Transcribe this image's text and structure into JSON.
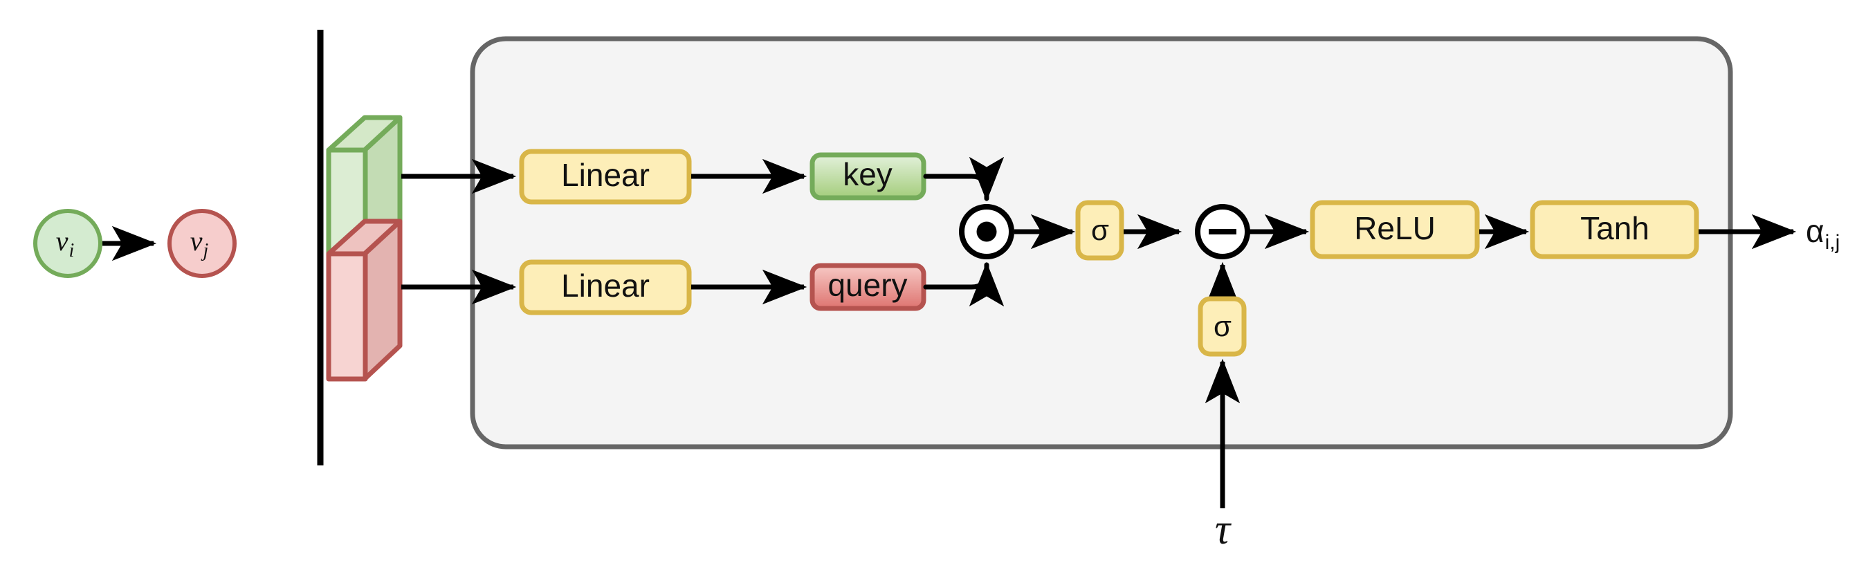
{
  "figure": {
    "title": "graph-attention-coefficient-diagram",
    "background": "#ffffff",
    "panel": {
      "fill": "#f4f4f4",
      "stroke": "#666666"
    }
  },
  "colors": {
    "yellow_fill": "#fdeeb8",
    "yellow_stroke": "#d6b council",
    "yellow_border": "#d9b648",
    "green_fill_light": "#d9ecd0",
    "green_fill_mid": "#aed285",
    "green_stroke": "#74ab5a",
    "red_fill_light": "#f6c4c0",
    "red_fill_mid": "#e2807c",
    "red_stroke": "#b5534f",
    "node_green_fill": "#d4ebd0",
    "node_green_stroke": "#74ab5a",
    "node_red_fill": "#f6cdcc",
    "node_red_stroke": "#b5534f",
    "arrow": "#000000",
    "divider": "#000000"
  },
  "left_panel": {
    "name": "edge-illustration",
    "source_node": {
      "label": "v",
      "subscript": "i",
      "fill": "#d4ebd0",
      "stroke": "#74ab5a"
    },
    "target_node": {
      "label": "v",
      "subscript": "j",
      "fill": "#f6cdcc",
      "stroke": "#b5534f"
    },
    "edge_arrow": "arrow-vi-to-vj"
  },
  "divider": {
    "name": "vertical-divider",
    "orientation": "vertical"
  },
  "inputs": [
    {
      "name": "green-feature-cube",
      "color": "green",
      "fill": "#d9ecd0",
      "stroke": "#74ab5a"
    },
    {
      "name": "red-feature-cube",
      "color": "red",
      "fill": "#f6cdcc",
      "stroke": "#b5534f"
    }
  ],
  "pipeline": {
    "linear_top": "Linear",
    "linear_bottom": "Linear",
    "key": "key",
    "query": "query",
    "hadamard_symbol": "⊙",
    "sigma_top": "σ",
    "minus_symbol": "−",
    "sigma_bottom": "σ",
    "relu": "ReLU",
    "tanh": "Tanh"
  },
  "tau": {
    "name": "temperature-input",
    "symbol": "τ"
  },
  "output": {
    "name": "attention-coefficient",
    "symbol": "α",
    "subscript": "i,j"
  }
}
